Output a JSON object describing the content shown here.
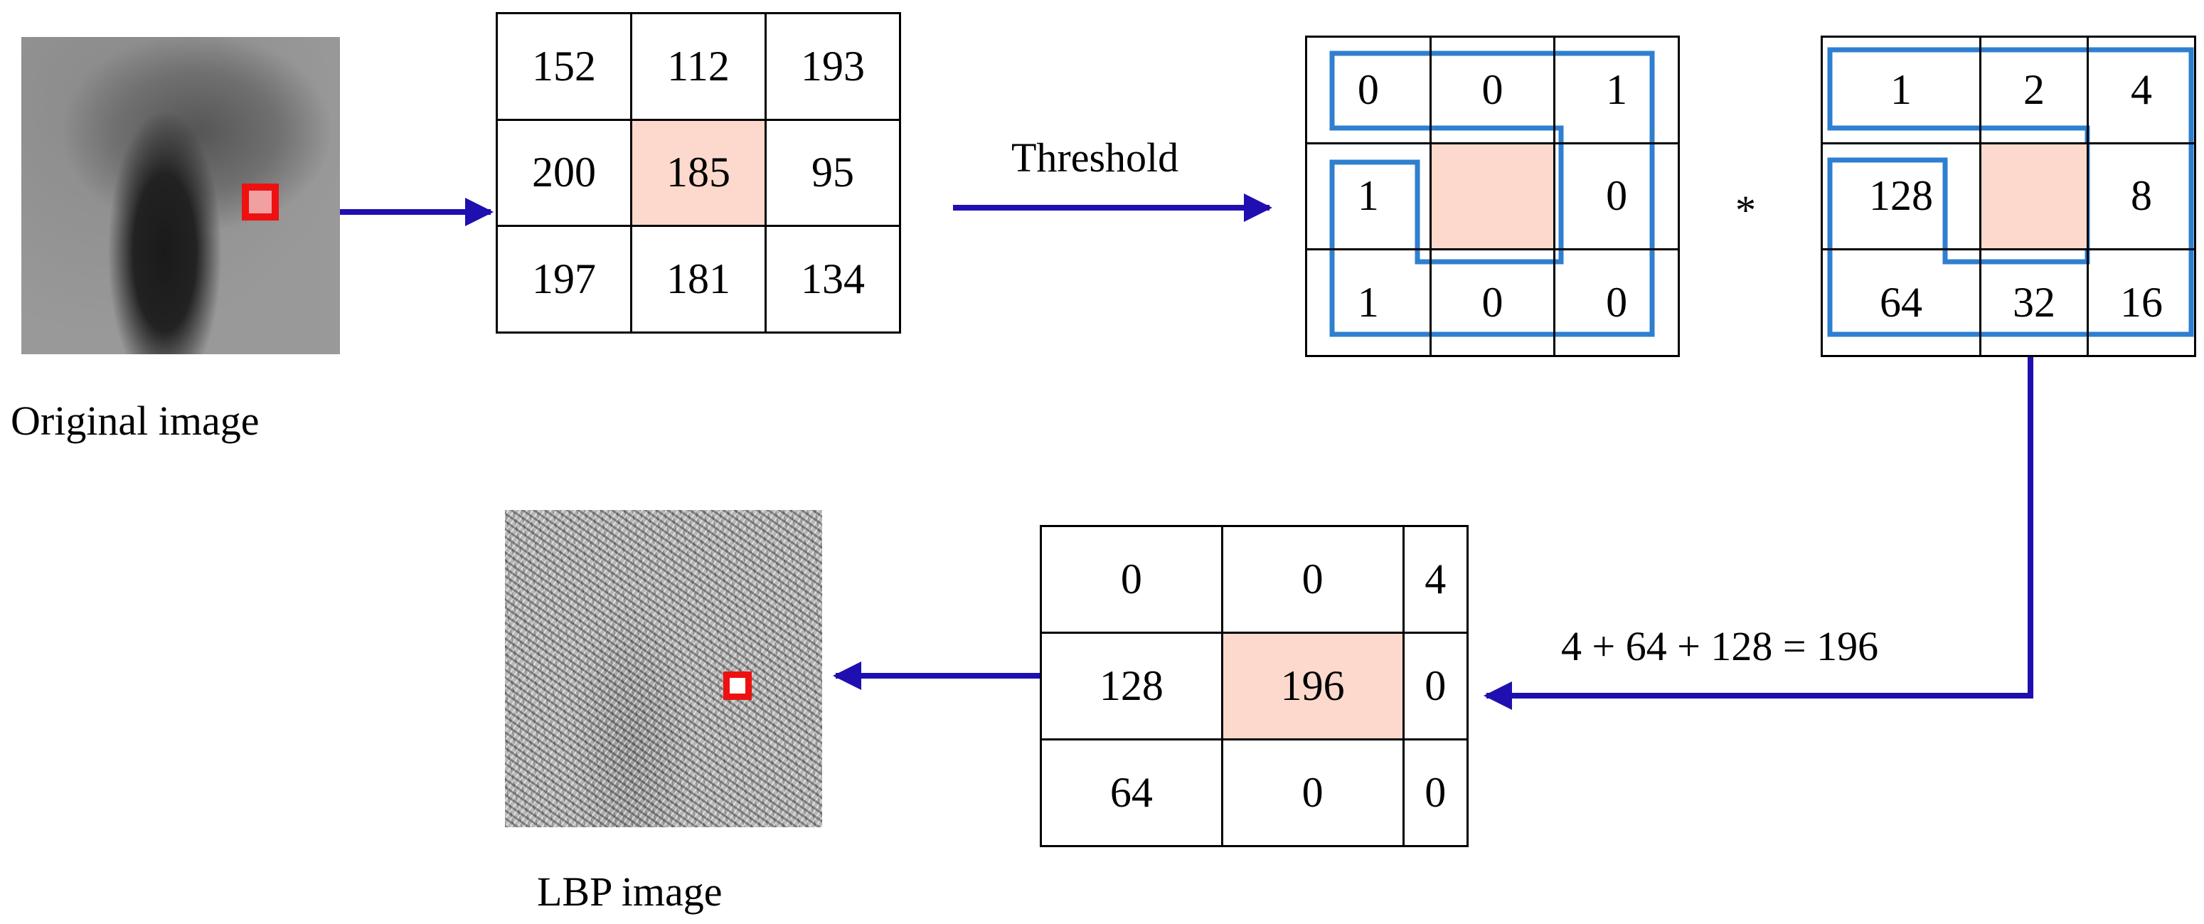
{
  "colors": {
    "arrow": "#1f0fb0",
    "path": "#2f7fd0",
    "highlight_cell": "#fcd9cc",
    "marker": "#ee1111"
  },
  "original": {
    "caption": "Original image"
  },
  "lbp": {
    "caption": "LBP image"
  },
  "grids": {
    "intensity": [
      [
        "152",
        "112",
        "193"
      ],
      [
        "200",
        "185",
        "95"
      ],
      [
        "197",
        "181",
        "134"
      ]
    ],
    "binary": [
      [
        "0",
        "0",
        "1"
      ],
      [
        "1",
        "",
        "0"
      ],
      [
        "1",
        "0",
        "0"
      ]
    ],
    "weights": [
      [
        "1",
        "2",
        "4"
      ],
      [
        "128",
        "",
        "8"
      ],
      [
        "64",
        "32",
        "16"
      ]
    ],
    "result": [
      [
        "0",
        "0",
        "4"
      ],
      [
        "128",
        "196",
        "0"
      ],
      [
        "64",
        "0",
        "0"
      ]
    ]
  },
  "labels": {
    "threshold": "Threshold",
    "multiply": "*",
    "sum": "4 + 64 + 128 = 196"
  }
}
